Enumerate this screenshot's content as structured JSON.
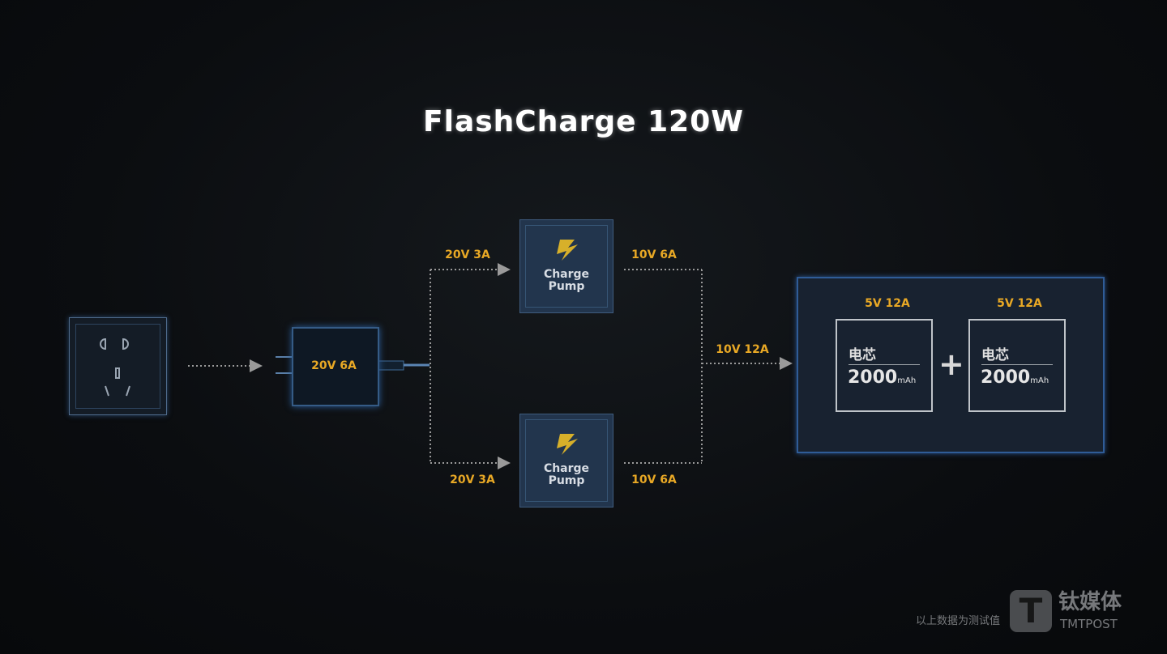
{
  "title": "FlashCharge 120W",
  "adapter": {
    "label": "20V 6A"
  },
  "branches": {
    "top_in": "20V 3A",
    "bottom_in": "20V 3A",
    "top_out": "10V 6A",
    "bottom_out": "10V 6A",
    "combined": "10V 12A"
  },
  "pumps": [
    {
      "label_line1": "Charge",
      "label_line2": "Pump",
      "icon": "lightning-icon"
    },
    {
      "label_line1": "Charge",
      "label_line2": "Pump",
      "icon": "lightning-icon"
    }
  ],
  "battery": {
    "cells": [
      {
        "rating": "5V 12A",
        "name": "电芯",
        "capacity": "2000",
        "unit": "mAh"
      },
      {
        "rating": "5V 12A",
        "name": "电芯",
        "capacity": "2000",
        "unit": "mAh"
      }
    ],
    "plus": "+"
  },
  "watermark": {
    "logo": "T",
    "cn": "钛媒体",
    "en": "TMTPOST",
    "overlay": "以上数据为测试值"
  },
  "colors": {
    "label": "#e8a825",
    "box_border": "#2f5c97",
    "pump_fill": "#22354d"
  }
}
